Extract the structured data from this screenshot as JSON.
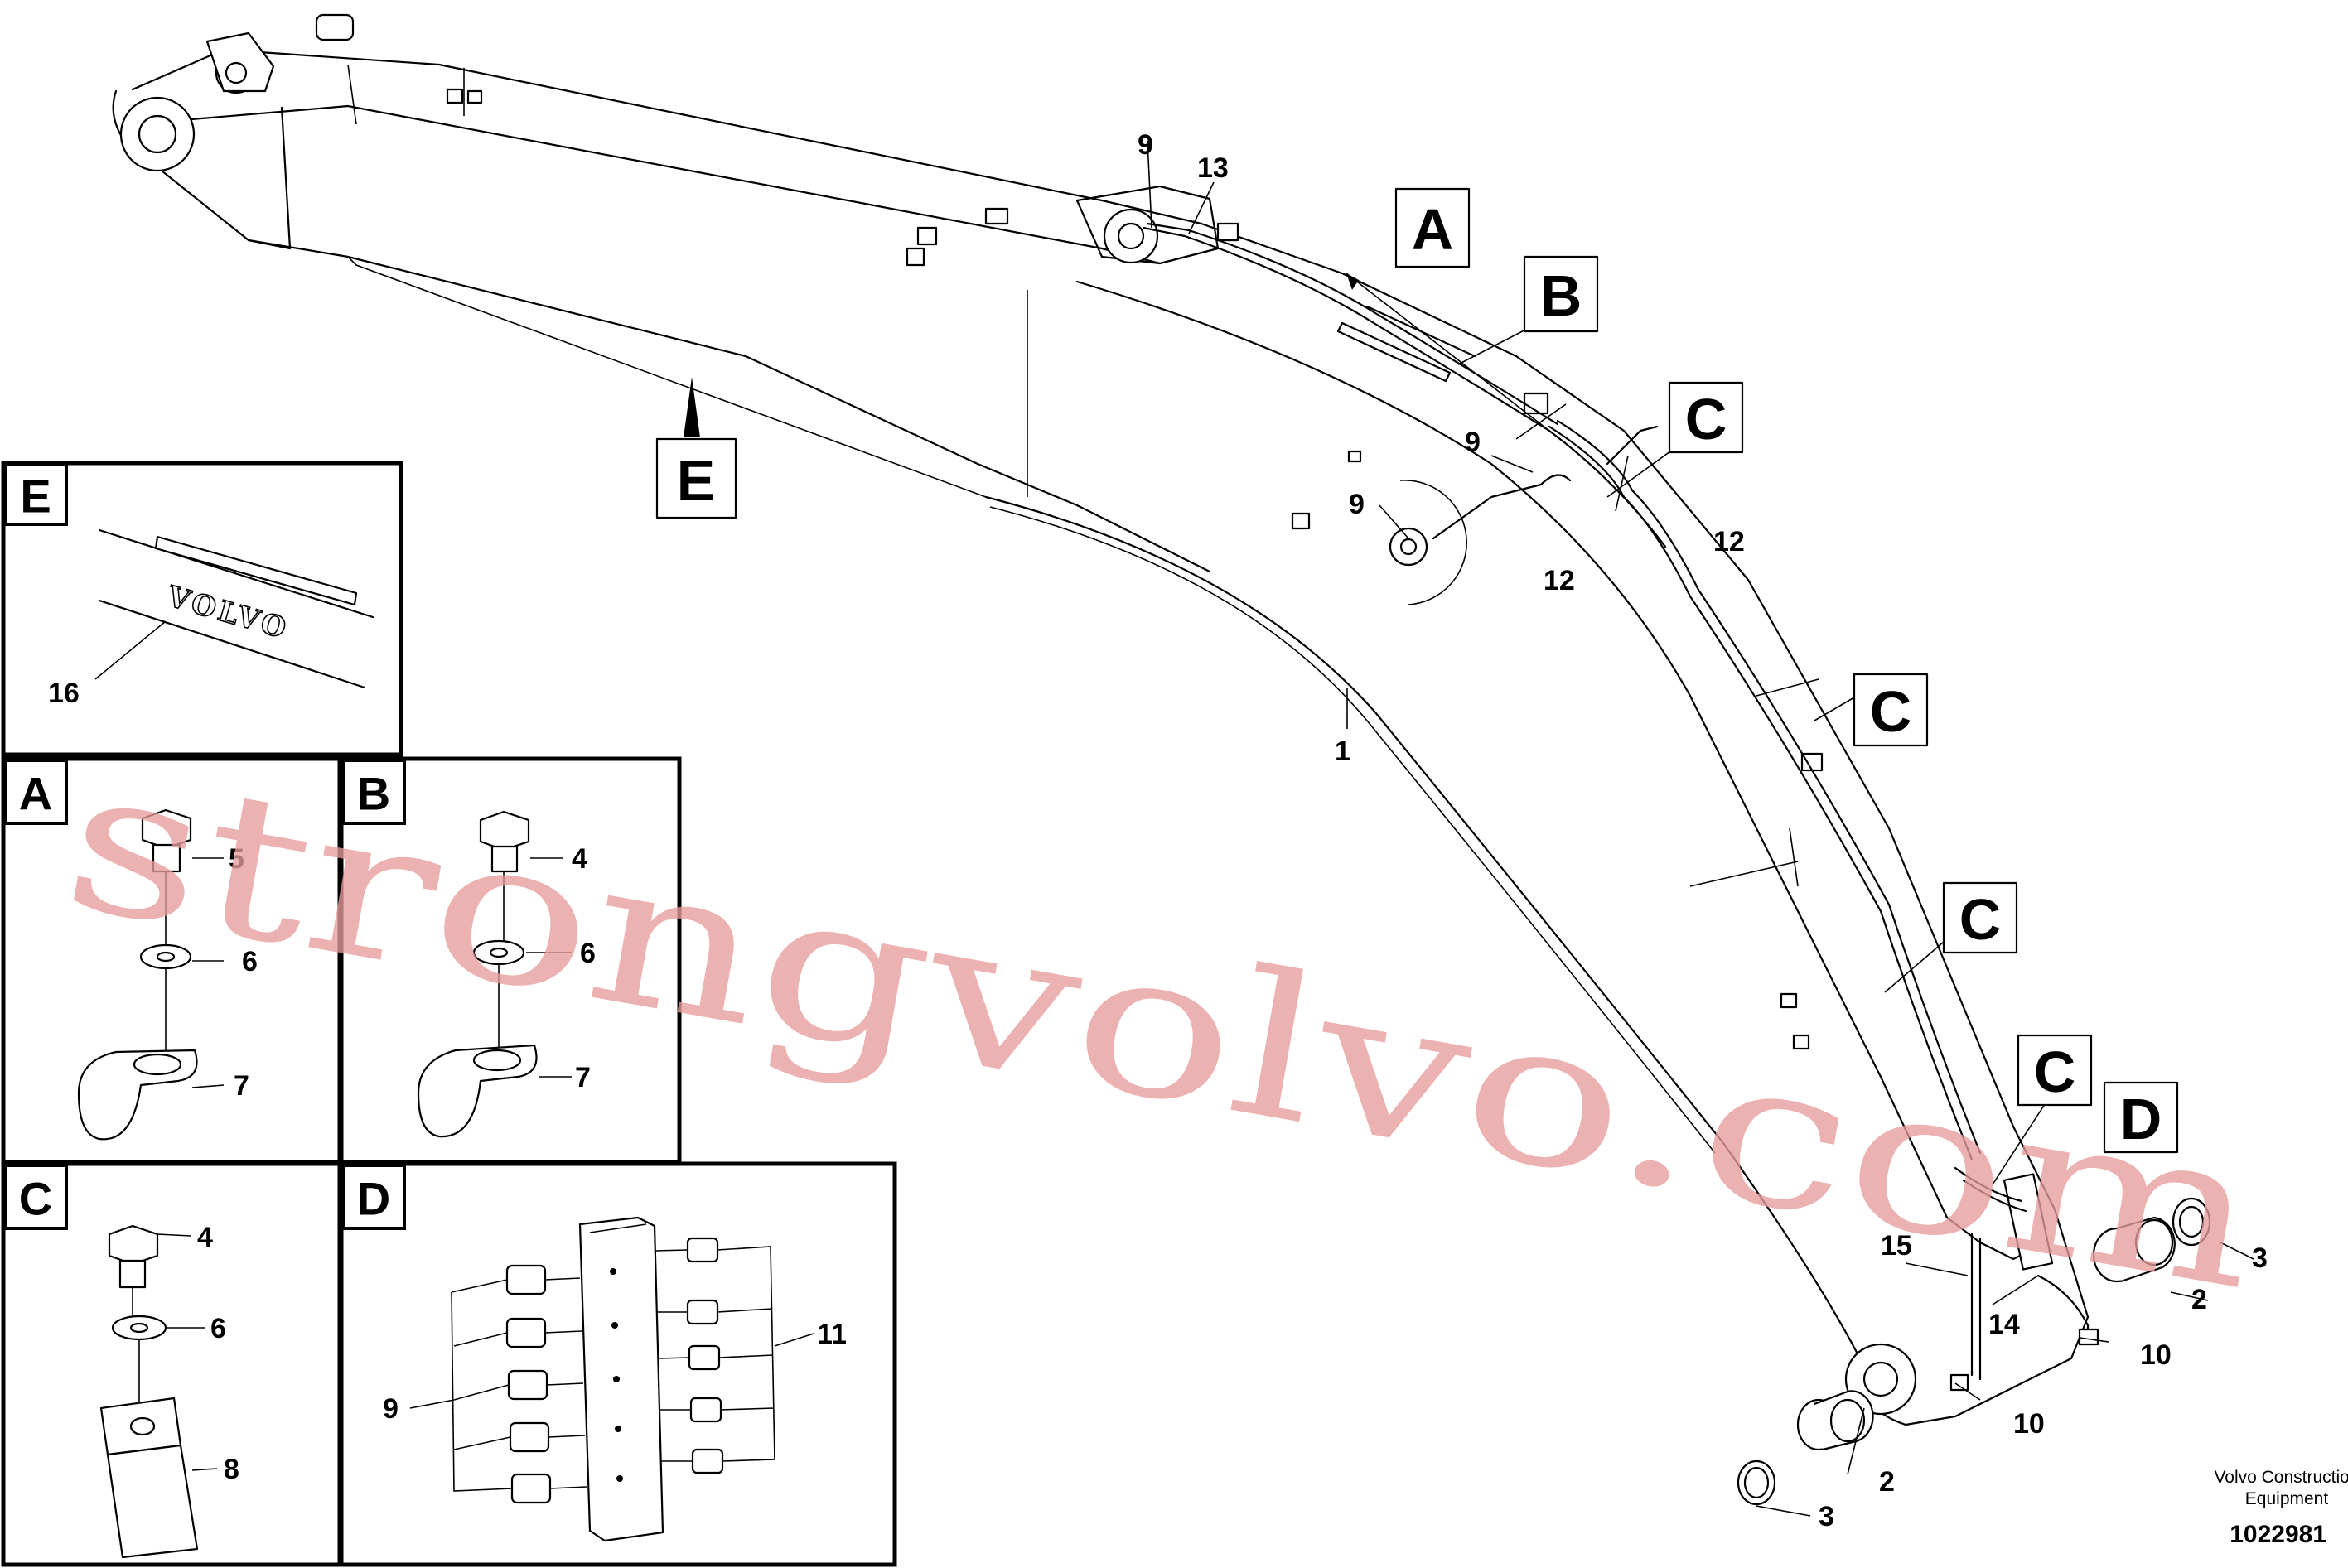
{
  "callouts": {
    "main_1": "1",
    "main_9a": "9",
    "main_13": "13",
    "main_9b": "9",
    "main_9c": "9",
    "main_12a": "12",
    "main_12b": "12",
    "main_15": "15",
    "main_14": "14",
    "main_2a": "2",
    "main_3a": "3",
    "main_10a": "10",
    "main_10b": "10",
    "main_2b": "2",
    "main_3b": "3",
    "e_16": "16",
    "a_5": "5",
    "a_6": "6",
    "a_7": "7",
    "b_4": "4",
    "b_6": "6",
    "b_7": "7",
    "c_4": "4",
    "c_6": "6",
    "c_8": "8",
    "d_9": "9",
    "d_11": "11"
  },
  "detail_markers": {
    "A": "A",
    "B": "B",
    "C1": "C",
    "C2": "C",
    "C3": "C",
    "C4": "C",
    "D": "D",
    "E": "E"
  },
  "insets": {
    "E": {
      "label": "E",
      "logo_text": "VOLVO"
    },
    "A": {
      "label": "A"
    },
    "B": {
      "label": "B"
    },
    "C": {
      "label": "C"
    },
    "D": {
      "label": "D"
    }
  },
  "footer": {
    "maker_line1": "Volvo Construction",
    "maker_line2": "Equipment",
    "doc_number": "1022981"
  },
  "watermark": "strongvolvo.com"
}
